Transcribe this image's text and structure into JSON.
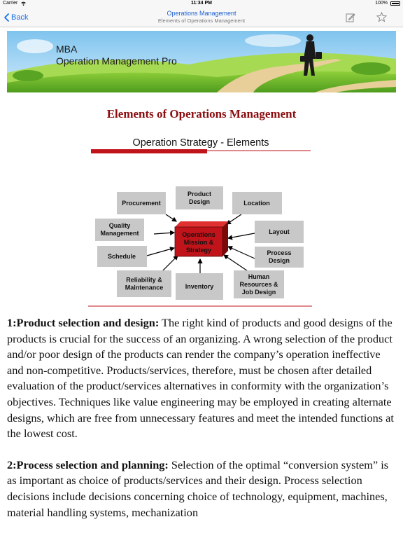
{
  "status_bar": {
    "carrier": "Carrier",
    "time": "11:34 PM",
    "battery": "100%"
  },
  "nav": {
    "back_label": "Back",
    "title": "Operations Management",
    "subtitle": "Elements of Operations Management"
  },
  "banner": {
    "line1": "MBA",
    "line2": "Operation Management Pro"
  },
  "article": {
    "heading": "Elements of Operations Management"
  },
  "diagram": {
    "title": "Operation Strategy - Elements",
    "center": [
      "Operations",
      "Mission &",
      "Strategy"
    ],
    "boxes": {
      "procurement": [
        "Procurement"
      ],
      "product_design": [
        "Product",
        "Design"
      ],
      "location": [
        "Location"
      ],
      "quality": [
        "Quality",
        "Management"
      ],
      "layout": [
        "Layout"
      ],
      "schedule": [
        "Schedule"
      ],
      "process_design": [
        "Process",
        "Design"
      ],
      "reliability": [
        "Reliability &",
        "Maintenance"
      ],
      "inventory": [
        "Inventory"
      ],
      "human_resources": [
        "Human",
        "Resources &",
        "Job Design"
      ]
    }
  },
  "paragraphs": [
    {
      "heading": "1:Product selection and design:",
      "text": " The right kind of products and good designs of the products is crucial for the success of an organizing.  A wrong selection of the product and/or poor design of the products can render the company’s operation ineffective and non-competitive.  Products/services, therefore, must be chosen after detailed evaluation of the product/services alternatives in conformity with the organization’s objectives.  Techniques like value engineering may be employed in creating alternate designs, which are free from unnecessary features and meet the intended functions at the lowest cost."
    },
    {
      "heading": "2:Process selection and planning:",
      "text": " Selection of the optimal “conversion system” is as important as choice of products/services and their design. Process selection decisions include decisions concerning choice of technology, equipment, machines, material handling systems, mechanization"
    }
  ],
  "colors": {
    "accent_blue": "#1a73e8",
    "heading_red": "#8b0d10",
    "diagram_red": "#c0131a",
    "box_gray": "#c8c8c8"
  }
}
